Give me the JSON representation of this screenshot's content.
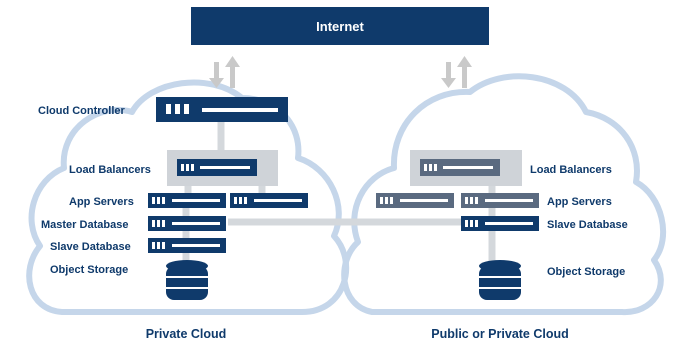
{
  "header": {
    "title": "Internet"
  },
  "left_cloud": {
    "caption": "Private Cloud",
    "labels": {
      "cloud_controller": "Cloud Controller",
      "load_balancers": "Load Balancers",
      "app_servers": "App Servers",
      "master_database": "Master Database",
      "slave_database": "Slave Database",
      "object_storage": "Object Storage"
    }
  },
  "right_cloud": {
    "caption": "Public or Private Cloud",
    "labels": {
      "load_balancers": "Load Balancers",
      "app_servers": "App Servers",
      "slave_database": "Slave Database",
      "object_storage": "Object Storage"
    }
  },
  "colors": {
    "navy": "#0f3a6b",
    "slate": "#5a6a80",
    "cloud_outline": "#c5d6ea",
    "connector": "#d4d8dc",
    "arrow": "#c9c9c9",
    "panel": "#cfd3d8"
  }
}
